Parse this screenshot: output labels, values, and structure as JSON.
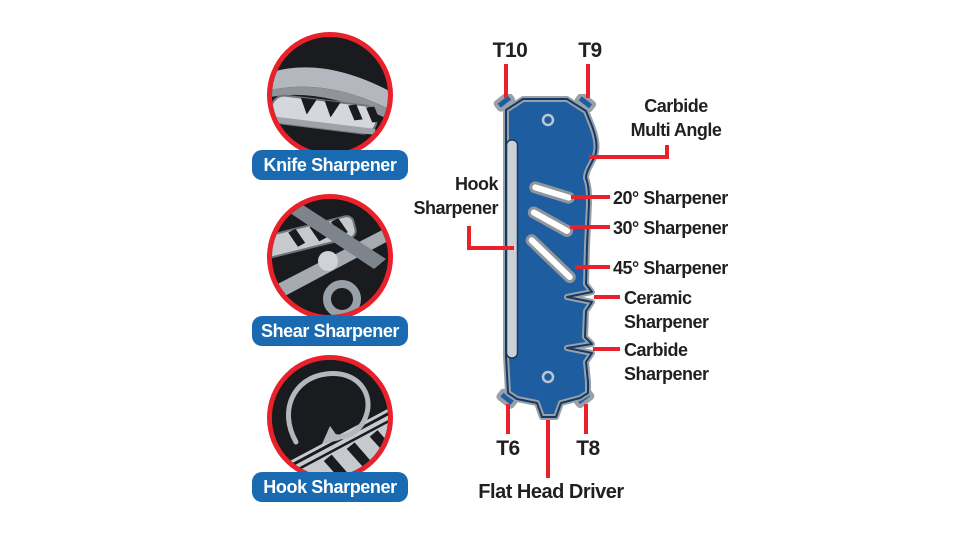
{
  "features": [
    {
      "label": "Knife Sharpener",
      "icon": "knife-sharpening-illustration"
    },
    {
      "label": "Shear Sharpener",
      "icon": "shears-sharpening-illustration"
    },
    {
      "label": "Hook Sharpener",
      "icon": "hook-sharpening-illustration"
    }
  ],
  "diagram": {
    "bit_labels": {
      "top_left": "T10",
      "top_right": "T9",
      "bottom_left": "T6",
      "bottom_right": "T8"
    },
    "callouts": {
      "carbide_multi_angle": {
        "line1": "Carbide",
        "line2": "Multi Angle"
      },
      "hook_sharpener": {
        "line1": "Hook",
        "line2": "Sharpener"
      },
      "sharpener_20": "20° Sharpener",
      "sharpener_30": "30° Sharpener",
      "sharpener_45": "45° Sharpener",
      "ceramic_sharpener": {
        "line1": "Ceramic",
        "line2": "Sharpener"
      },
      "carbide_sharpener": {
        "line1": "Carbide",
        "line2": "Sharpener"
      },
      "flat_head_driver": "Flat Head Driver"
    }
  },
  "colors": {
    "accent_red": "#e8212b",
    "label_pill_blue": "#1a6ab1",
    "tool_body_blue": "#1e5d9f",
    "tool_outline_gray": "#98a0a8",
    "tool_outline_navy": "#143963",
    "text_dark": "#231f20"
  }
}
